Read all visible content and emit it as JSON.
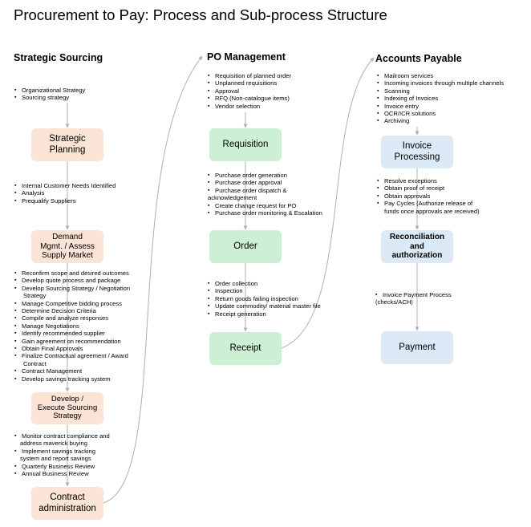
{
  "title": "Procurement to Pay: Process and Sub-process Structure",
  "columns": {
    "sourcing": {
      "heading": "Strategic Sourcing",
      "lists": [
        [
          "Organizational Strategy",
          "Sourcing strategy"
        ],
        [
          "Internal Customer Needs Identified",
          "Analysis",
          "Prequalify Suppliers"
        ],
        [
          "Reconfirm scope and desired outcomes",
          "Develop quote process and package",
          "Develop Sourcing Strategy / Negotiation",
          "Strategy",
          "Manage Competitive bidding process",
          "Determine Decision Criteria",
          "Compile and analyze responses",
          "Manage Negotiations",
          "Identify recommended supplier",
          "Gain agreement on recommendation",
          "Obtain Final Approvals",
          "Finalize Contractual agreement / Award",
          "Contract",
          "Contract Management",
          "Develop savings tracking system"
        ],
        [
          "Monitor contract compliance and",
          "address maverick buying",
          "Implement savings tracking",
          "system and report savings",
          "Quarterly Business Review",
          "Annual Business Review"
        ]
      ],
      "boxes": [
        [
          "Strategic",
          "Planning"
        ],
        [
          "Demand",
          "Mgmt. / Assess",
          "Supply Market"
        ],
        [
          "Develop /",
          "Execute Sourcing",
          "Strategy"
        ],
        [
          "Contract",
          "administration"
        ]
      ]
    },
    "po": {
      "heading": "PO Management",
      "lists": [
        [
          "Requisition of planned order",
          "Unplanned requisitions",
          "Approval",
          "RFQ (Non-catalogue items)",
          "Vendor selection"
        ],
        [
          "Purchase order generation",
          "Purchase order approval",
          "Purchase order dispatch  &",
          "acknowledgement",
          "Create change request for PO",
          "Purchase order monitoring & Escalation"
        ],
        [
          "Order collection",
          "Inspection",
          "Return goods failing inspection",
          "Update commodity/ material master file",
          "Receipt generation"
        ]
      ],
      "boxes": [
        "Requisition",
        "Order",
        "Receipt"
      ]
    },
    "ap": {
      "heading": "Accounts Payable",
      "lists": [
        [
          "Mailroom services",
          " Incoming invoices through multiple channels",
          "Scanning",
          " Indexing  of Invoices",
          "Invoice entry",
          "OCR/ICR solutions",
          "Archiving"
        ],
        [
          "Resolve exceptions",
          "Obtain proof of receipt",
          "Obtain approvals",
          "Pay Cycles (Authorize release of",
          "funds once approvals are received)"
        ],
        [
          "Invoice Payment Process",
          "(checks/ACH)"
        ]
      ],
      "boxes": [
        [
          "Invoice",
          "Processing"
        ],
        [
          "Reconciliation",
          "and",
          "authorization"
        ],
        [
          "Payment"
        ]
      ]
    }
  },
  "colors": {
    "orange_box": "#fbe3d6",
    "green_box": "#cdf0d4",
    "blue_box": "#dce9f7",
    "connector": "#b0b0b0"
  }
}
